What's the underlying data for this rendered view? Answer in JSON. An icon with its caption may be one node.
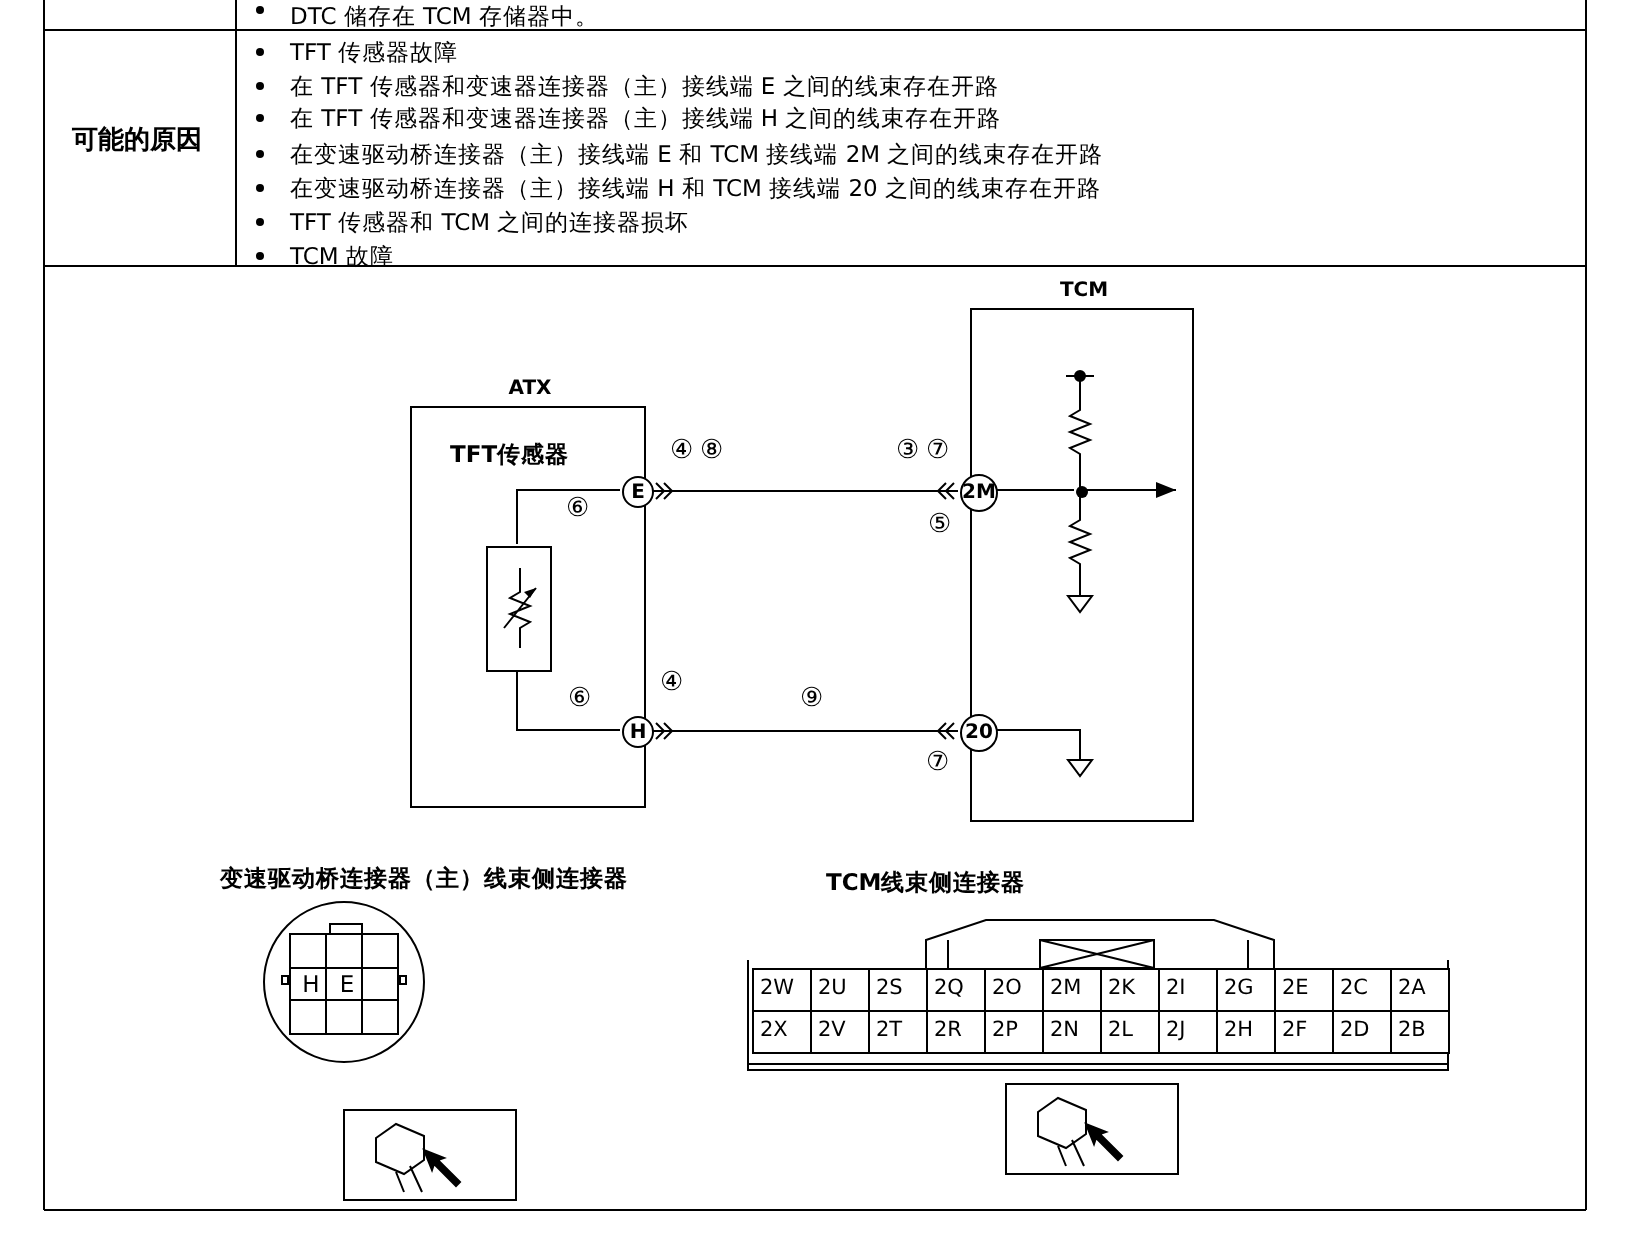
{
  "diagram": {
    "nodes": [
      {
        "text": [
          "ATX"
        ]
      },
      {
        "text": [],
        "shape": "box",
        "in": 0
      },
      {
        "text": [
          "E"
        ],
        "in": 0,
        "beside": [
          "④",
          "⑧",
          "⑥"
        ]
      },
      {
        "text": [
          "H"
        ],
        "in": 0,
        "beside": [
          "④",
          "⑥"
        ]
      },
      {
        "text": [
          "TCM"
        ]
      },
      {
        "text": [
          "2M"
        ],
        "in": 4,
        "beside": [
          "③",
          "⑦",
          "⑤"
        ]
      },
      {
        "text": [
          "20"
        ],
        "in": 4,
        "beside": [
          "⑦"
        ]
      },
      {
        "text": [],
        "shape": "circle",
        "in": 4
      }
    ],
    "edges": [
      {
        "from": 1,
        "to": 2,
        "arrow": "none"
      },
      {
        "from": 1,
        "to": 3,
        "arrow": "none"
      },
      {
        "from": 2,
        "to": 5,
        "arrow": "other"
      },
      {
        "from": 3,
        "to": 6,
        "arrow": "other",
        "label": "⑨"
      },
      {
        "from": 5,
        "to": 7,
        "arrow": "none"
      }
    ],
    "labels": [
      "DTC 储存在 TCM 存储器中。",
      "可能的原因",
      "TFT 传感器故障",
      "在 TFT 传感器和变速器连接器（主）接线端 E 之间的线束存在开路",
      "在 TFT 传感器和变速器连接器（主）接线端 H 之间的线束存在开路",
      "在变速驱动桥连接器（主）接线端 E 和 TCM 接线端 2M 之间的线束存在开路",
      "在变速驱动桥连接器（主）接线端 H 和 TCM 接线端 20 之间的线束存在开路",
      "TFT 传感器和 TCM 之间的连接器损坏",
      "TCM 故障",
      "TFT传感器",
      "变速驱动桥连接器（主）线束侧连接器",
      "H",
      "E",
      "TCM线束侧连接器",
      "2W",
      "2U",
      "2S",
      "2Q",
      "2O",
      "2M",
      "2K",
      "2I",
      "2G",
      "2E",
      "2C",
      "2A",
      "2X",
      "2V",
      "2T",
      "2R",
      "2P",
      "2N",
      "2L",
      "2J",
      "2H",
      "2F",
      "2D",
      "2B"
    ]
  }
}
